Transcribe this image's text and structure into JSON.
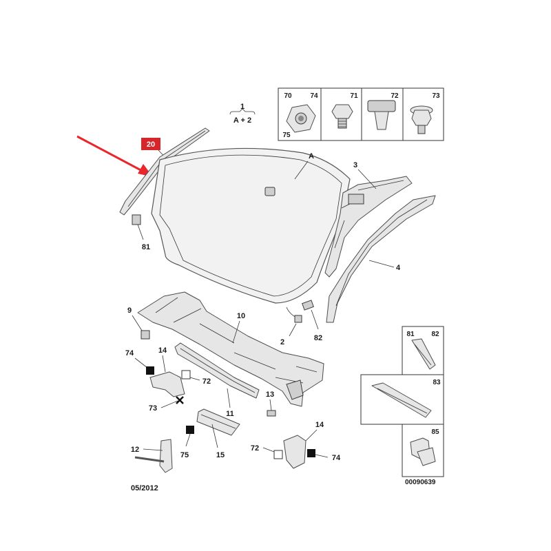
{
  "diagram": {
    "callouts": {
      "c1": "1",
      "c1_sub": "A + 2",
      "cA": "A",
      "c2": "2",
      "c3": "3",
      "c4": "4",
      "c9": "9",
      "c10": "10",
      "c11": "11",
      "c12": "12",
      "c13": "13",
      "c14a": "14",
      "c14b": "14",
      "c15": "15",
      "c20": "20",
      "c72a": "72",
      "c72b": "72",
      "c73": "73",
      "c74a": "74",
      "c74b": "74",
      "c75": "75",
      "c81": "81",
      "c82": "82"
    },
    "fastener_box": {
      "c70": "70",
      "c74": "74",
      "c75": "75",
      "c71": "71",
      "c72": "72",
      "c73": "73"
    },
    "side_box": {
      "c81": "81",
      "c82": "82",
      "c83": "83",
      "c85": "85"
    },
    "date": "05/2012",
    "reference": "00090639",
    "highlight_color": "#e8262b",
    "arrow_color": "#e8262b"
  }
}
